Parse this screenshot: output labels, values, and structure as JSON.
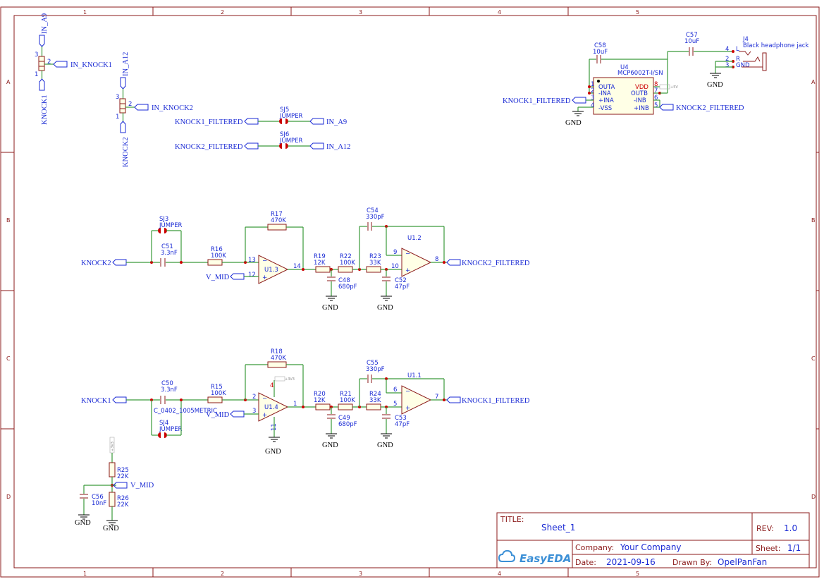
{
  "frame": {
    "columns": [
      "1",
      "2",
      "3",
      "4",
      "5"
    ],
    "rows": [
      "A",
      "B",
      "C",
      "D"
    ]
  },
  "title_block": {
    "title_label": "TITLE:",
    "title_value": "Sheet_1",
    "rev_label": "REV:",
    "rev_value": "1.0",
    "company_label": "Company:",
    "company_value": "Your Company",
    "sheet_label": "Sheet:",
    "sheet_value": "1/1",
    "date_label": "Date:",
    "date_value": "2021-09-16",
    "drawn_label": "Drawn By:",
    "drawn_value": "OpelPanFan",
    "logo_text": "EasyEDA"
  },
  "nets": {
    "in_knock1": "IN_KNOCK1",
    "in_knock2": "IN_KNOCK2",
    "in_a9": "IN_A9",
    "in_a12": "IN_A12",
    "knock1": "KNOCK1",
    "knock2": "KNOCK2",
    "knock1_filtered": "KNOCK1_FILTERED",
    "knock2_filtered": "KNOCK2_FILTERED",
    "v_mid": "V_MID",
    "gnd": "GND",
    "plus5v": "+5V",
    "plus3v3": "+3V3"
  },
  "components": {
    "sj3": {
      "ref": "SJ3",
      "value": "JUMPER"
    },
    "sj4": {
      "ref": "SJ4",
      "value": "JUMPER"
    },
    "sj5": {
      "ref": "SJ5",
      "value": "JUMPER"
    },
    "sj6": {
      "ref": "SJ6",
      "value": "JUMPER"
    },
    "c51": {
      "ref": "C51",
      "value": "3.3nF"
    },
    "c50": {
      "ref": "C50",
      "value": "3.3nF",
      "footprint": "C_0402_1005METRIC"
    },
    "r16": {
      "ref": "R16",
      "value": "100K"
    },
    "r15": {
      "ref": "R15",
      "value": "100K"
    },
    "r17": {
      "ref": "R17",
      "value": "470K"
    },
    "r18": {
      "ref": "R18",
      "value": "470K"
    },
    "r19": {
      "ref": "R19",
      "value": "12K"
    },
    "r20": {
      "ref": "R20",
      "value": "12K"
    },
    "r22": {
      "ref": "R22",
      "value": "100K"
    },
    "r21": {
      "ref": "R21",
      "value": "100K"
    },
    "r23": {
      "ref": "R23",
      "value": "33K"
    },
    "r24": {
      "ref": "R24",
      "value": "33K"
    },
    "c48": {
      "ref": "C48",
      "value": "680pF"
    },
    "c49": {
      "ref": "C49",
      "value": "680pF"
    },
    "c52": {
      "ref": "C52",
      "value": "47pF"
    },
    "c53": {
      "ref": "C53",
      "value": "47pF"
    },
    "c54": {
      "ref": "C54",
      "value": "330pF"
    },
    "c55": {
      "ref": "C55",
      "value": "330pF"
    },
    "u13": {
      "ref": "U1.3",
      "pins": [
        "13",
        "12",
        "14"
      ]
    },
    "u14": {
      "ref": "U1.4",
      "pins": [
        "2",
        "3",
        "1",
        "4",
        "11"
      ]
    },
    "u12": {
      "ref": "U1.2",
      "pins": [
        "9",
        "10",
        "8"
      ]
    },
    "u11": {
      "ref": "U1.1",
      "pins": [
        "6",
        "5",
        "7"
      ]
    },
    "r25": {
      "ref": "R25",
      "value": "22K"
    },
    "r26": {
      "ref": "R26",
      "value": "22K"
    },
    "c56": {
      "ref": "C56",
      "value": "10nF"
    },
    "c58": {
      "ref": "C58",
      "value": "10uF"
    },
    "c57": {
      "ref": "C57",
      "value": "10uF"
    },
    "u4": {
      "ref": "U4",
      "value": "MCP6002T-I/SN",
      "left_pins": [
        "OUTA",
        "-INA",
        "+INA",
        "-VSS"
      ],
      "right_pins": [
        "VDD",
        "OUTB",
        "-INB",
        "+INB"
      ],
      "left_nums": [
        "1",
        "2",
        "3",
        "4"
      ],
      "right_nums": [
        "8",
        "7",
        "6",
        "5"
      ]
    },
    "j4": {
      "ref": "J4",
      "value": "Black headphone jack",
      "pin_labels": [
        "L",
        "R",
        "GND"
      ],
      "pin_nums": [
        "4",
        "2",
        "3"
      ]
    },
    "conn_knock1": {
      "pins": [
        "3",
        "2",
        "1"
      ]
    },
    "conn_knock2": {
      "pins": [
        "3",
        "2",
        "1"
      ]
    }
  }
}
